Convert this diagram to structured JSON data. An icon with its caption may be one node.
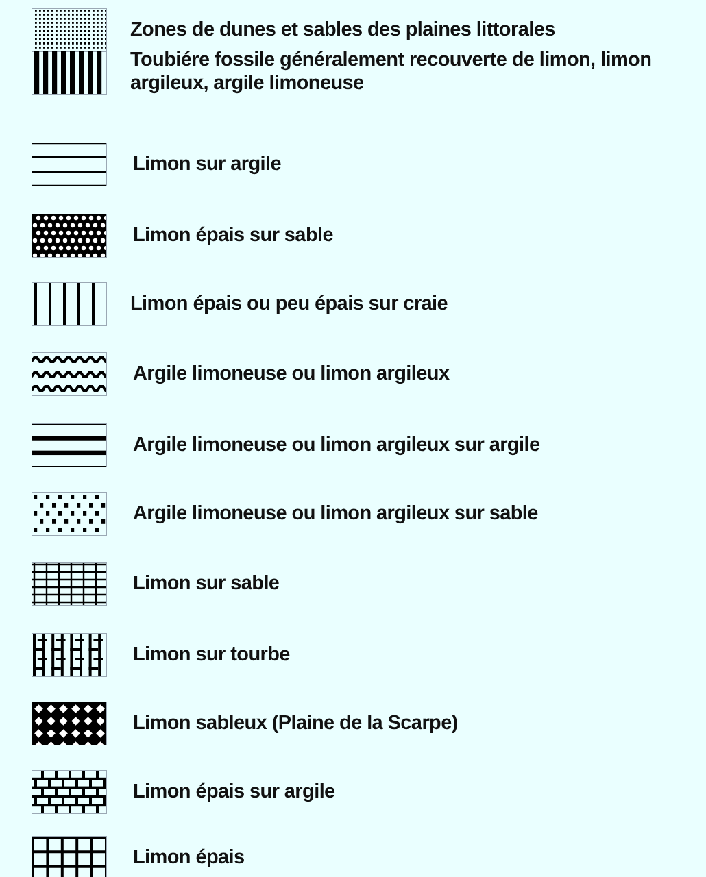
{
  "diagram": {
    "legend": [
      {
        "text": "Zones de dunes et sables des plaines littorales"
      },
      {
        "text": "Toubiére fossile généralement recouverte de limon, limon argileux, argile limoneuse"
      },
      {
        "text": "Limon sur argile"
      },
      {
        "text": "Limon épais sur sable"
      },
      {
        "text": "Limon épais ou peu épais sur craie"
      },
      {
        "text": "Argile limoneuse ou limon argileux"
      },
      {
        "text": "Argile limoneuse ou limon argileux sur argile"
      },
      {
        "text": "Argile limoneuse ou limon argileux sur sable"
      },
      {
        "text": "Limon sur sable"
      },
      {
        "text": "Limon sur tourbe"
      },
      {
        "text": "Limon sableux (Plaine de la Scarpe)"
      },
      {
        "text": "Limon épais sur argile"
      },
      {
        "text": "Limon épais"
      }
    ]
  }
}
